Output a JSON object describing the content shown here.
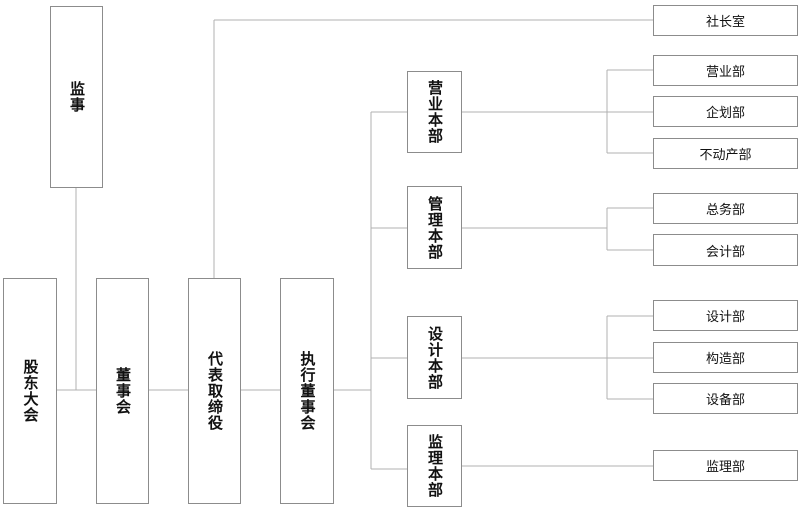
{
  "left_chain": {
    "shareholders": "股东大会",
    "auditor": "监事",
    "board": "董事会",
    "rep_director": "代表取缔役",
    "exec_board": "执行董事会"
  },
  "president_office": "社长室",
  "divisions": {
    "sales": {
      "label": "营业本部",
      "depts": [
        "营业部",
        "企划部",
        "不动产部"
      ]
    },
    "admin": {
      "label": "管理本部",
      "depts": [
        "总务部",
        "会计部"
      ]
    },
    "design": {
      "label": "设计本部",
      "depts": [
        "设计部",
        "构造部",
        "设备部"
      ]
    },
    "supervision": {
      "label": "监理本部",
      "depts": [
        "监理部"
      ]
    }
  },
  "colors": {
    "line": "#b0b0b0",
    "border": "#8c8c8c"
  }
}
